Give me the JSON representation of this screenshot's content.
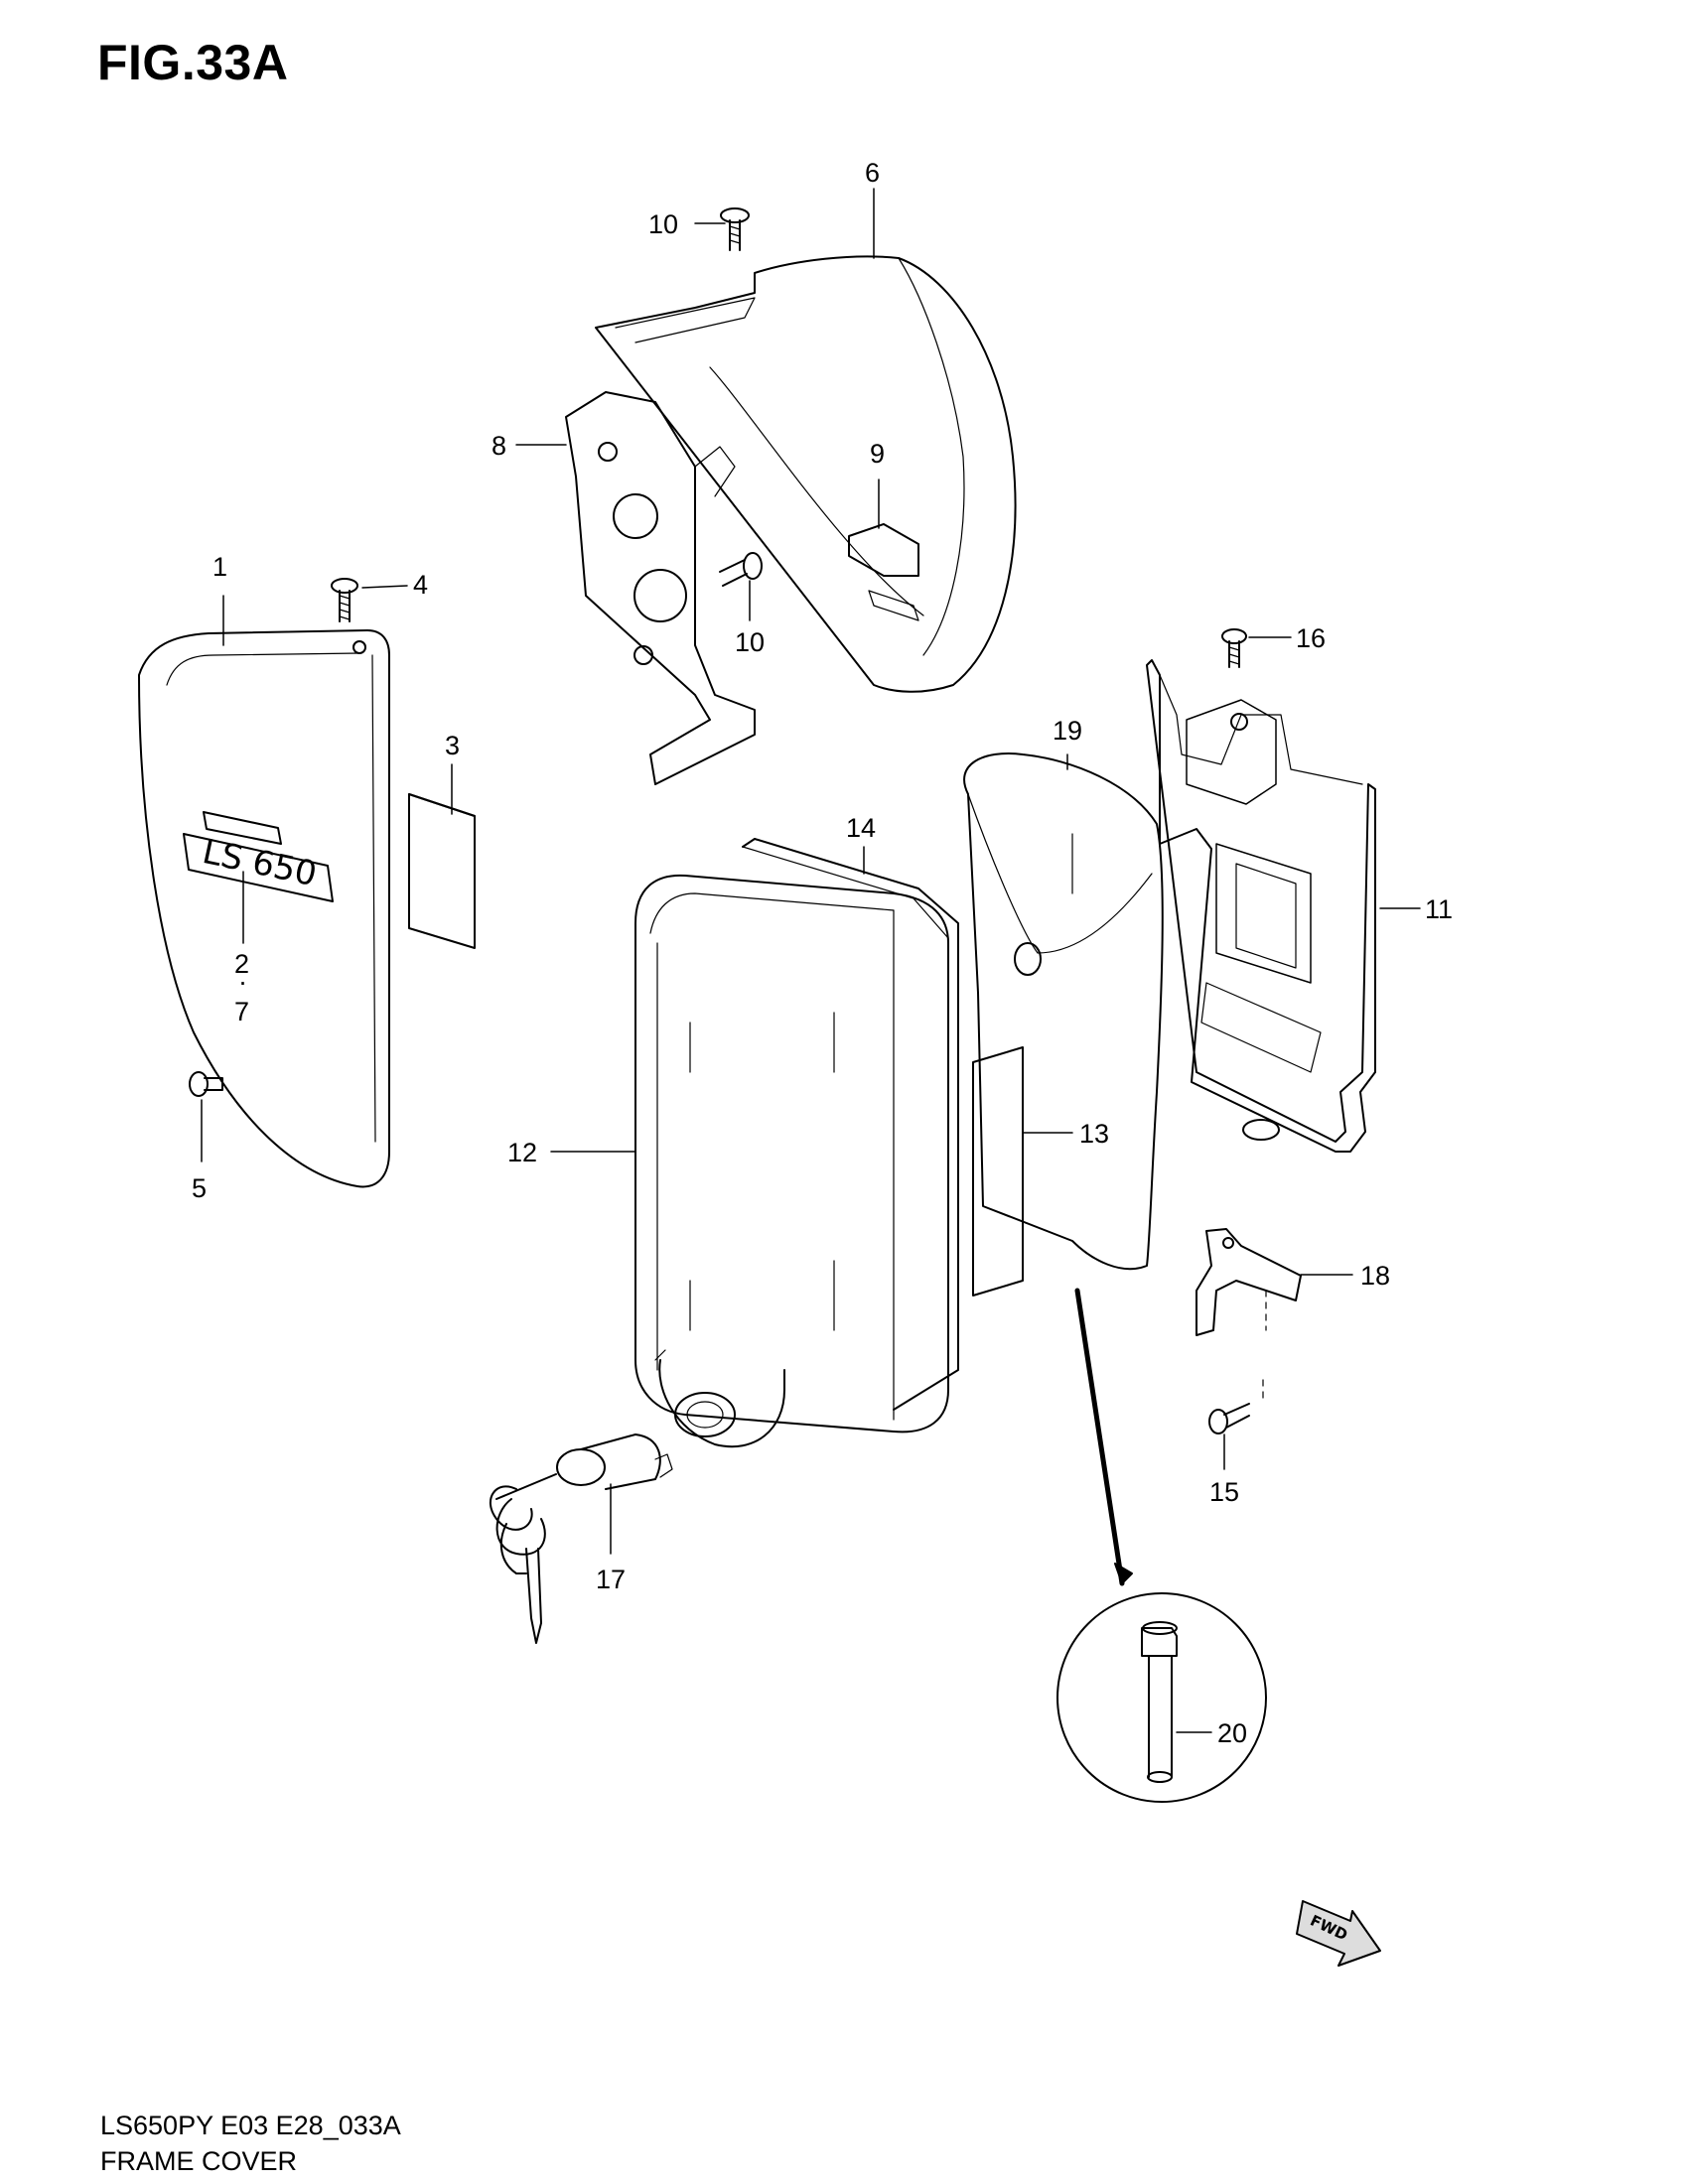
{
  "figure": {
    "title": "FIG.33A",
    "code": "LS650PY E03 E28_033A",
    "name": "FRAME COVER"
  },
  "callouts": {
    "c1": "1",
    "c2": "2",
    "c2_dot": "·",
    "c7": "7",
    "c3": "3",
    "c4": "4",
    "c5": "5",
    "c6": "6",
    "c8": "8",
    "c9": "9",
    "c10a": "10",
    "c10b": "10",
    "c11": "11",
    "c12": "12",
    "c13": "13",
    "c14": "14",
    "c15": "15",
    "c16": "16",
    "c17": "17",
    "c18": "18",
    "c19": "19",
    "c20": "20"
  },
  "emblem_text": "LS 650",
  "fwd_label": "FWD",
  "colors": {
    "ink": "#000000",
    "paper": "#ffffff",
    "shade": "#dddddd"
  }
}
